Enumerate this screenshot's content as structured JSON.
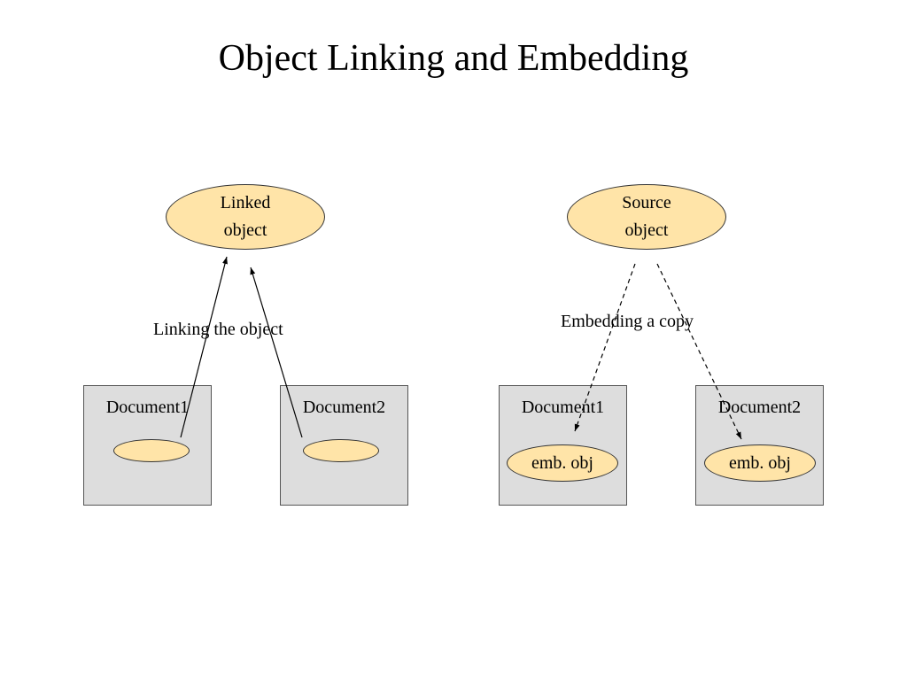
{
  "title": "Object Linking and Embedding",
  "colors": {
    "object_fill": "#ffe4a8",
    "document_fill": "#dddddd"
  },
  "linking": {
    "source_label_line1": "Linked",
    "source_label_line2": "object",
    "caption": "Linking the object",
    "document1_label": "Document1",
    "document2_label": "Document2"
  },
  "embedding": {
    "source_label_line1": "Source",
    "source_label_line2": "object",
    "caption": "Embedding a copy",
    "document1_label": "Document1",
    "document2_label": "Document2",
    "embedded1_label": "emb. obj",
    "embedded2_label": "emb. obj"
  }
}
